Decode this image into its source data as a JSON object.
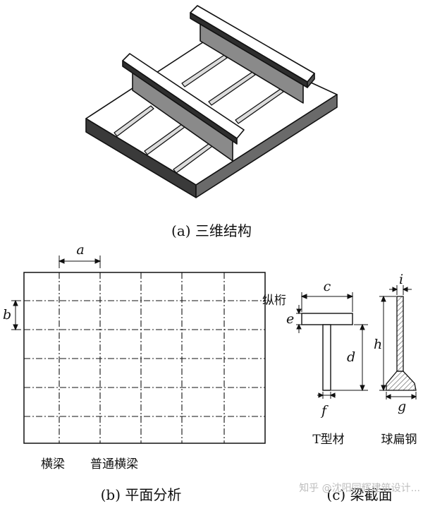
{
  "captions": {
    "a": "(a) 三维结构",
    "b": "(b) 平面分析",
    "c": "(c) 梁截面"
  },
  "plan": {
    "dim_a": "a",
    "dim_b": "b",
    "label_transverse_beam": "横梁",
    "label_ordinary_transverse_beam": "普通横梁"
  },
  "section": {
    "label_longitudinal": "纵桁",
    "dim_c": "c",
    "dim_e": "e",
    "dim_d": "d",
    "dim_f": "f",
    "dim_h": "h",
    "dim_i": "i",
    "dim_g": "g",
    "label_t_section": "T型材",
    "label_bulb_flat": "球扁钢"
  },
  "watermark": "知乎 @沈阳同辉建筑设计..."
}
